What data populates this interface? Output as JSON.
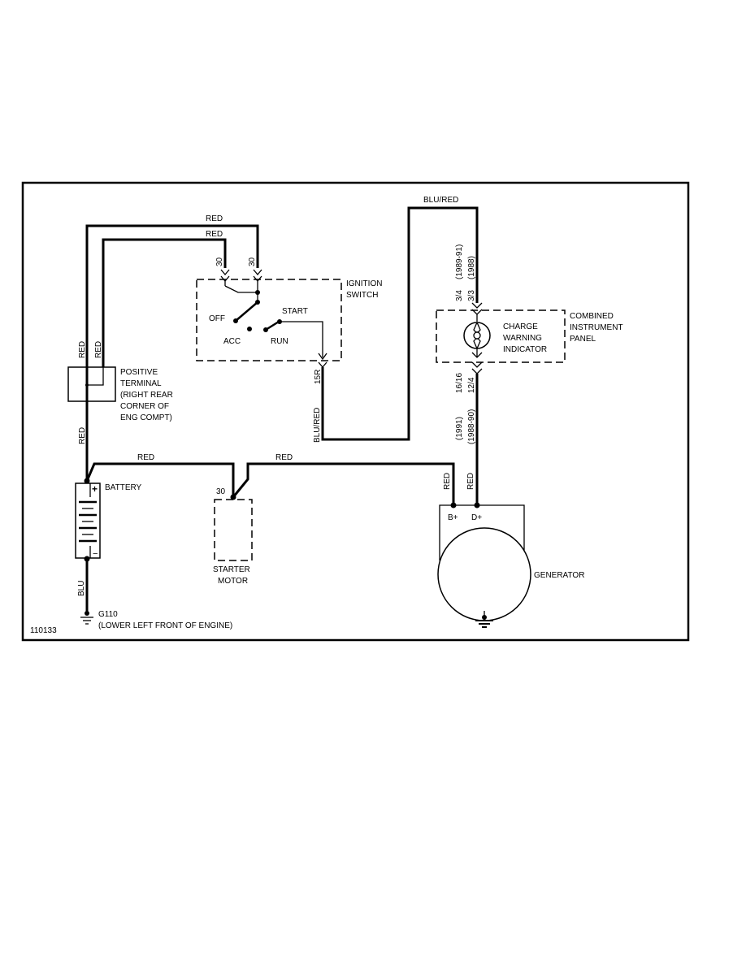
{
  "figure_id": "110133",
  "wire_colors": {
    "red": "RED",
    "blu_red": "BLU/RED",
    "blu": "BLU"
  },
  "ignition_switch": {
    "title_line1": "IGNITION",
    "title_line2": "SWITCH",
    "pin_a": "30",
    "pin_b": "30",
    "out_pin": "15R",
    "pos_off": "OFF",
    "pos_acc": "ACC",
    "pos_start": "START",
    "pos_run": "RUN"
  },
  "positive_terminal": {
    "line1": "POSITIVE",
    "line2": "TERMINAL",
    "line3": "(RIGHT REAR",
    "line4": "CORNER OF",
    "line5": "ENG COMPT)"
  },
  "battery": {
    "label": "BATTERY",
    "plus": "+",
    "minus": "−"
  },
  "ground": {
    "id": "G110",
    "location": "(LOWER LEFT FRONT OF ENGINE)"
  },
  "starter": {
    "pin": "30",
    "line1": "STARTER",
    "line2": "MOTOR"
  },
  "instrument_panel": {
    "title_line1": "COMBINED",
    "title_line2": "INSTRUMENT",
    "title_line3": "PANEL",
    "ind_line1": "CHARGE",
    "ind_line2": "WARNING",
    "ind_line3": "INDICATOR",
    "top_pin_a": "3/4",
    "top_pin_b": "3/3",
    "top_year_a": "(1989-91)",
    "top_year_b": "(1988)",
    "bot_pin_a": "16/16",
    "bot_pin_b": "12/4",
    "bot_year_a": "(1991)",
    "bot_year_b": "(1988-90)"
  },
  "generator": {
    "label": "GENERATOR",
    "b_plus": "B+",
    "d_plus": "D+"
  }
}
